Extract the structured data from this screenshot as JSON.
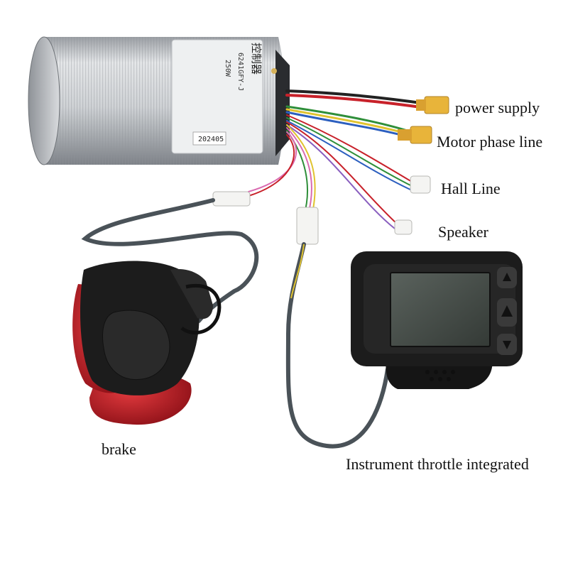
{
  "labels": {
    "power_supply": "power supply",
    "motor_phase_line": "Motor phase line",
    "hall_line": "Hall Line",
    "speaker": "Speaker",
    "brake": "brake",
    "instrument": "Instrument throttle integrated"
  },
  "controller_markings": {
    "title": "控制器",
    "model": "6241GFY-J",
    "power": "250W",
    "batch": "202405"
  },
  "colors": {
    "controller_body": "#c8cacd",
    "connector_yellow": "#e8b43a",
    "brake_red": "#c8202a",
    "device_black": "#1c1c1c",
    "lcd": "#3e4640",
    "cable": "#4a5258"
  }
}
